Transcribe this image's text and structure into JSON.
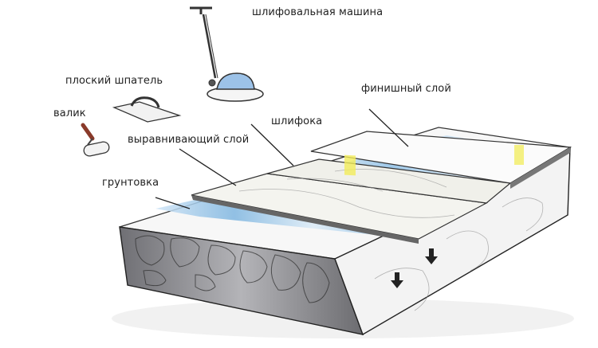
{
  "diagram": {
    "title": "",
    "labels": {
      "grinding_machine": "шлифовальная машина",
      "flat_trowel": "плоский шпатель",
      "roller": "валик",
      "finish_layer": "финишный слой",
      "grinding": "шлифока",
      "leveling_layer": "выравнивающий слой",
      "primer": "грунтовка"
    },
    "tools": [
      "grinding-machine",
      "flat-trowel",
      "paint-roller"
    ],
    "layers": [
      "concrete-base",
      "primer",
      "leveling-layer",
      "grinding",
      "finish-layer"
    ],
    "colors": {
      "primer_blue": "#7fb6e0",
      "finish_yellow": "#f2ec5a",
      "concrete_gray": "#a9a9ad",
      "outline": "#333333"
    }
  }
}
